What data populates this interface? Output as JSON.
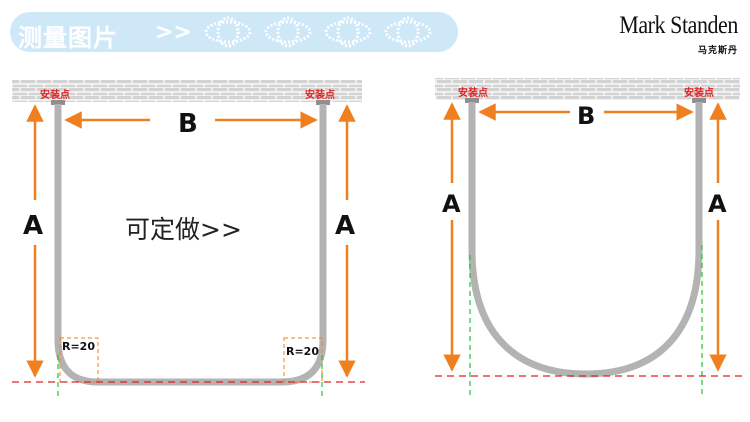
{
  "header": {
    "title": "测量图片",
    "arrow": ">>"
  },
  "brand": {
    "name": "Mark Standen",
    "subtitle": "马克斯丹"
  },
  "labels": {
    "install_point": "安装点",
    "dim_a": "A",
    "dim_b": "B",
    "radius": "R=20"
  },
  "left_diagram": {
    "caption": "可定做>>"
  },
  "colors": {
    "brick": "#c8c8c8",
    "dimension": "#f07f1f",
    "rail": "#b3b3b3",
    "install": "#e02020",
    "floor_line": "#e02020",
    "guide": "#29c029",
    "banner": "#cfe8f8"
  }
}
